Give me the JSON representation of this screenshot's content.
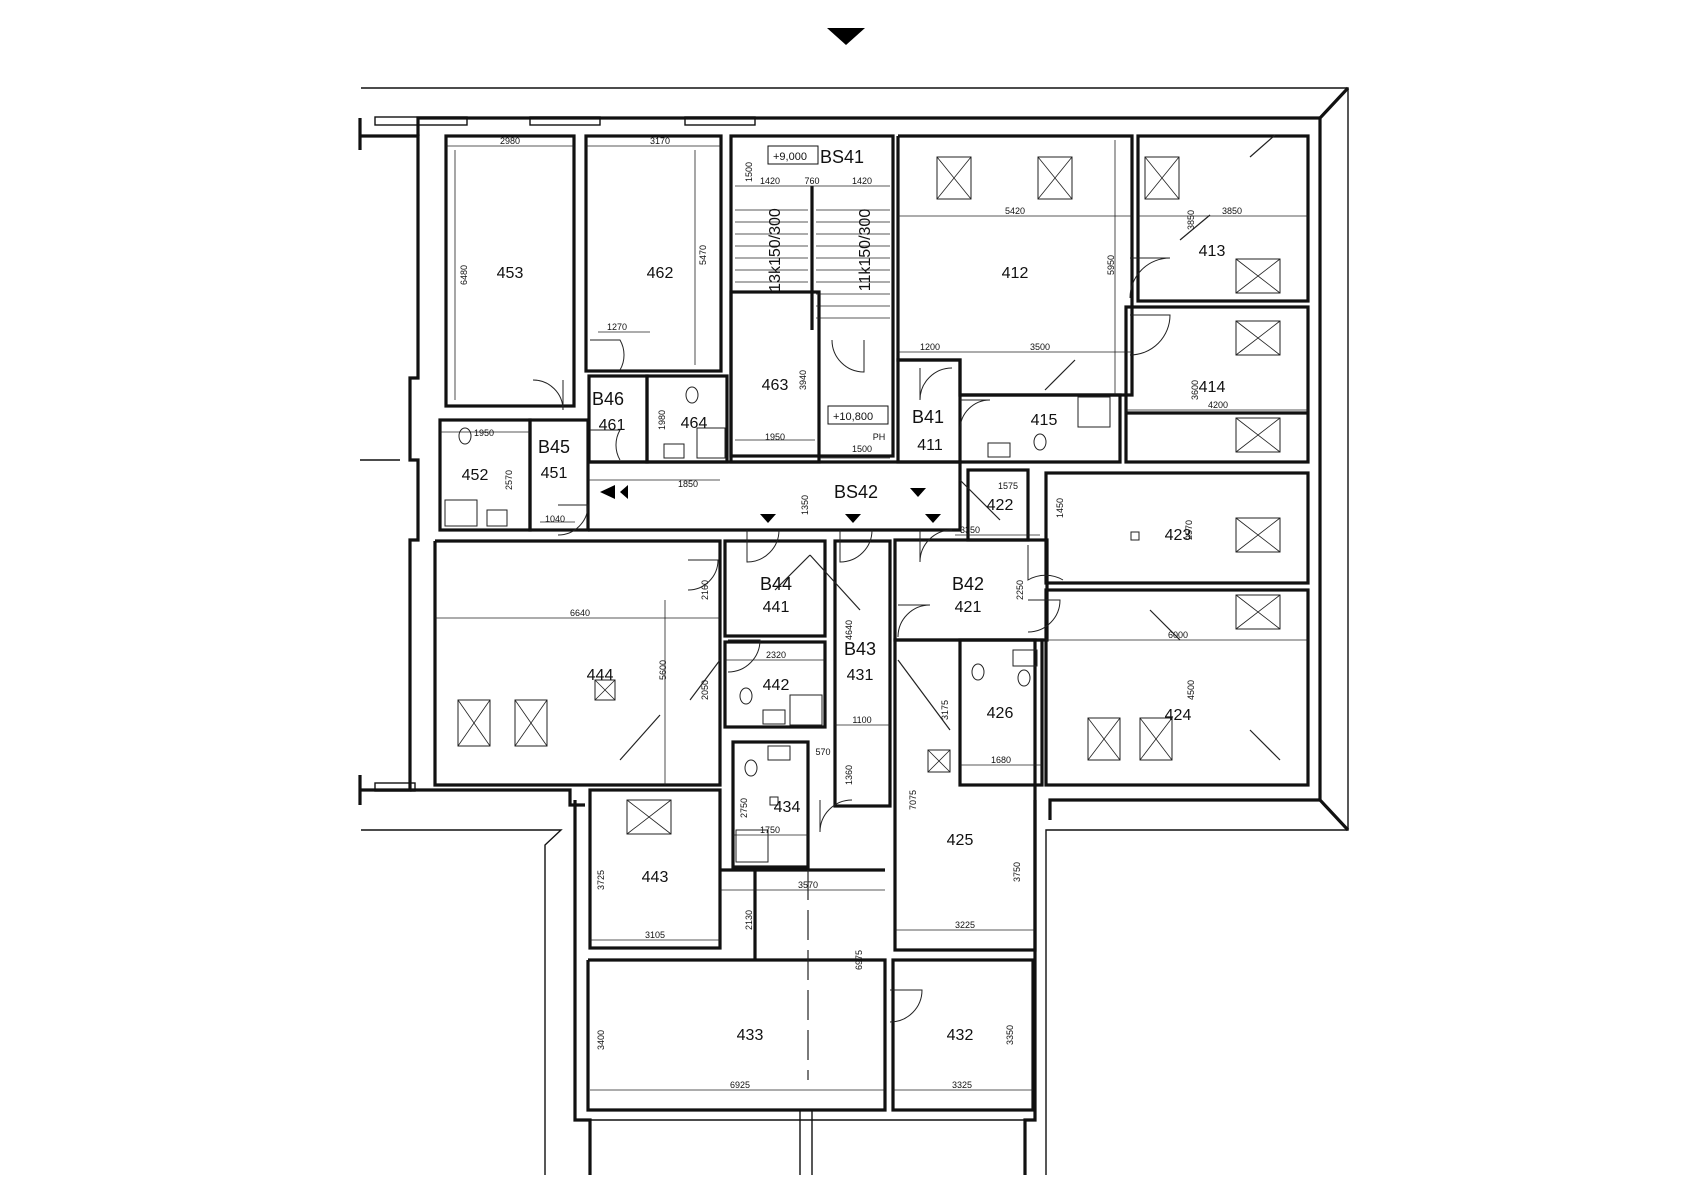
{
  "rooms": {
    "r453": "453",
    "r462": "462",
    "r463": "463",
    "r412": "412",
    "r413": "413",
    "r414": "414",
    "r415": "415",
    "r411": "411",
    "r461": "461",
    "r464": "464",
    "r451": "451",
    "r452": "452",
    "r422": "422",
    "r423": "423",
    "r424": "424",
    "r421": "421",
    "r426": "426",
    "r425": "425",
    "r441": "441",
    "r442": "442",
    "r444": "444",
    "r431": "431",
    "r434": "434",
    "r443": "443",
    "r433": "433",
    "r432": "432"
  },
  "blocks": {
    "bs41": "BS41",
    "bs42": "BS42",
    "b41": "B41",
    "b42": "B42",
    "b43": "B43",
    "b44": "B44",
    "b45": "B45",
    "b46": "B46",
    "ph": "PH"
  },
  "levels": {
    "upper": "+9,000",
    "lower": "+10,800"
  },
  "stairs": {
    "left": "13k150/300",
    "right": "11k150/300"
  },
  "dims": {
    "d2980": "2980",
    "d3170": "3170",
    "d1500a": "1500",
    "d1420a": "1420",
    "d760": "760",
    "d1420b": "1420",
    "d6480": "6480",
    "d5470": "5470",
    "d1270": "1270",
    "d3940": "3940",
    "d1950a": "1950",
    "d1950b": "1950",
    "d1980": "1980",
    "d1850": "1850",
    "d2570a": "2570",
    "d1040": "1040",
    "d1350": "1350",
    "d1500b": "1500",
    "d5420": "5420",
    "d5950": "5950",
    "d3850a": "3850",
    "d3850b": "3850",
    "d1200": "1200",
    "d3500": "3500",
    "d3600": "3600",
    "d4200": "4200",
    "d1575": "1575",
    "d1450": "1450",
    "d2570b": "2570",
    "d3350a": "3350",
    "d2250": "2250",
    "d6000": "6000",
    "d4500": "4500",
    "d3175": "3175",
    "d1680": "1680",
    "d7075": "7075",
    "d3750": "3750",
    "d3225": "3225",
    "d6640": "6640",
    "d2160": "2160",
    "d5600": "5600",
    "d2050": "2050",
    "d2320": "2320",
    "d4640": "4640",
    "d1100": "1100",
    "d570": "570",
    "d1360": "1360",
    "d2750": "2750",
    "d1750": "1750",
    "d3725": "3725",
    "d3105": "3105",
    "d3570": "3570",
    "d2130": "2130",
    "d6975": "6975",
    "d3400": "3400",
    "d6925": "6925",
    "d3350b": "3350",
    "d3325": "3325"
  }
}
